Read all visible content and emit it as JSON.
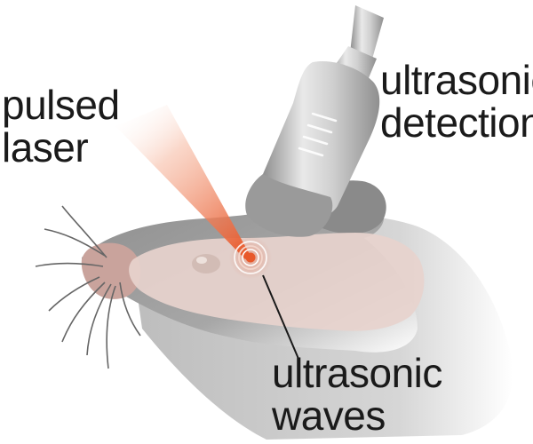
{
  "labels": {
    "pulsed_laser": [
      "pulsed",
      "laser"
    ],
    "ultrasonic_detection": [
      "ultrasonic",
      "detection"
    ],
    "ultrasonic_waves": [
      "ultrasonic",
      "waves"
    ]
  },
  "colors": {
    "laser": "#e8582a",
    "laser_fade": "#f6b69d",
    "skin": "#e7d3cd",
    "snout": "#c9a39c",
    "fur": "#9a9a9a",
    "fur_dark": "#7e7e7e",
    "probe_light": "#e8e8e8",
    "probe_mid": "#b5b5b5",
    "probe_dark": "#8c8c8c",
    "text": "#1a1a1a"
  }
}
